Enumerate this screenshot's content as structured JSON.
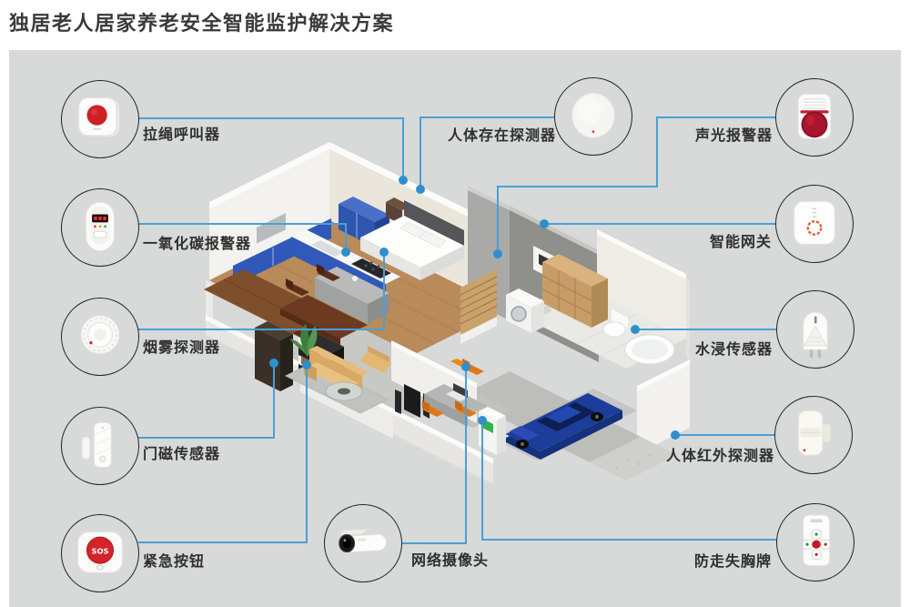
{
  "title": "独居老人居家养老安全智能监护解决方案",
  "colors": {
    "panel_bg": "#d8d9d9",
    "connector_blue": "#4aa0d6",
    "dot_blue": "#2e8fcf",
    "alert_red": "#d2242a",
    "label_text": "#2f2f2f",
    "title_text": "#3a3a3a"
  },
  "devices": {
    "pull_cord": {
      "label": "拉绳呼叫器",
      "icon": "pull-cord-caller-icon"
    },
    "co_alarm": {
      "label": "一氧化碳报警器",
      "icon": "co-alarm-icon"
    },
    "smoke": {
      "label": "烟雾探测器",
      "icon": "smoke-detector-icon"
    },
    "door_sensor": {
      "label": "门磁传感器",
      "icon": "door-contact-sensor-icon"
    },
    "emergency": {
      "label": "紧急按钮",
      "icon": "sos-button-icon",
      "button_text": "SOS"
    },
    "presence": {
      "label": "人体存在探测器",
      "icon": "presence-sensor-icon"
    },
    "sound_light": {
      "label": "声光报警器",
      "icon": "siren-strobe-icon"
    },
    "gateway": {
      "label": "智能网关",
      "icon": "smart-gateway-icon"
    },
    "water": {
      "label": "水浸传感器",
      "icon": "water-leak-sensor-icon"
    },
    "pir": {
      "label": "人体红外探测器",
      "icon": "pir-motion-sensor-icon"
    },
    "badge": {
      "label": "防走失胸牌",
      "icon": "anti-loss-badge-icon"
    },
    "camera": {
      "label": "网络摄像头",
      "icon": "ip-camera-icon"
    }
  },
  "scene": {
    "description": "Isometric cutaway home: bedroom, kitchen, dining, living room, stair core, laundry, bathroom, office nook, garage with blue car and EV charger"
  }
}
